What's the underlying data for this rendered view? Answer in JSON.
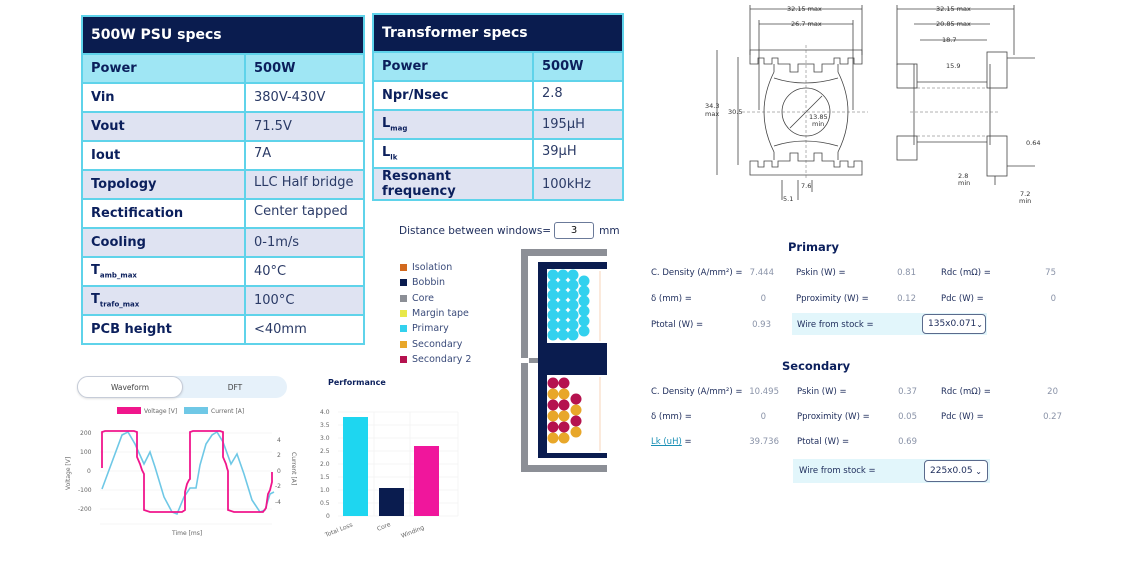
{
  "psu_specs": {
    "title": "500W PSU specs",
    "rows": [
      {
        "key": "Power",
        "value": "500W"
      },
      {
        "key": "Vin",
        "value": "380V-430V"
      },
      {
        "key": "Vout",
        "value": "71.5V"
      },
      {
        "key": "Iout",
        "value": "7A"
      },
      {
        "key": "Topology",
        "value": "LLC Half bridge"
      },
      {
        "key": "Rectification",
        "value": "Center tapped"
      },
      {
        "key": "Cooling",
        "value": "0-1m/s"
      },
      {
        "key": "T",
        "key_sub": "amb_max",
        "value": "40°C"
      },
      {
        "key": "T",
        "key_sub": "trafo_max",
        "value": "100°C"
      },
      {
        "key": "PCB height",
        "value": "<40mm"
      }
    ]
  },
  "transformer_specs": {
    "title": "Transformer specs",
    "rows": [
      {
        "key": "Power",
        "value": "500W"
      },
      {
        "key": "Npr/Nsec",
        "value": "2.8"
      },
      {
        "key": "L",
        "key_sub": "mag",
        "value": "195µH"
      },
      {
        "key": "L",
        "key_sub": "lk",
        "value": "39µH"
      },
      {
        "key": "Resonant frequency",
        "value": "100kHz"
      }
    ]
  },
  "drawings": {
    "front": {
      "dims": [
        "32.15 max",
        "26.7 max",
        "34.3",
        "max",
        "30.5",
        "13.85",
        "min",
        "7.6",
        "5.1"
      ]
    },
    "side": {
      "dims": [
        "32.15 max",
        "20.85 max",
        "18.7",
        "15.9",
        "0.64",
        "2.8",
        "min",
        "7.2",
        "min"
      ]
    }
  },
  "window": {
    "distance_label": "Distance between windows=",
    "distance_value": "3",
    "distance_unit": "mm",
    "legend": [
      {
        "label": "Isolation",
        "color": "#d2691e"
      },
      {
        "label": "Bobbin",
        "color": "#0a1c4f"
      },
      {
        "label": "Core",
        "color": "#8c8f96"
      },
      {
        "label": "Margin tape",
        "color": "#e8e84a"
      },
      {
        "label": "Primary",
        "color": "#33d1ee"
      },
      {
        "label": "Secondary",
        "color": "#e8a72a"
      },
      {
        "label": "Secondary 2",
        "color": "#b5124f"
      }
    ]
  },
  "primary": {
    "title": "Primary",
    "c_density_label": "C. Density (A/mm²) =",
    "c_density": "7.444",
    "delta_label": "δ (mm) =",
    "delta": "0",
    "ptotal_label": "Ptotal (W) =",
    "ptotal": "0.93",
    "pskin_label": "Pskin (W) =",
    "pskin": "0.81",
    "pprox_label": "Pproximity (W) =",
    "pprox": "0.12",
    "rdc_label": "Rdc (mΩ) =",
    "rdc": "75",
    "pdc_label": "Pdc (W) =",
    "pdc": "0",
    "wire_label": "Wire from stock =",
    "wire_value": "135x0.071"
  },
  "secondary": {
    "title": "Secondary",
    "c_density_label": "C. Density (A/mm²) =",
    "c_density": "10.495",
    "delta_label": "δ (mm) =",
    "delta": "0",
    "lk_label": "Lk (uH)",
    "lk_eq": " =",
    "lk": "39.736",
    "pskin_label": "Pskin (W) =",
    "pskin": "0.37",
    "pprox_label": "Pproximity (W) =",
    "pprox": "0.05",
    "ptotal_label": "Ptotal (W) =",
    "ptotal": "0.69",
    "rdc_label": "Rdc (mΩ) =",
    "rdc": "20",
    "pdc_label": "Pdc (W) =",
    "pdc": "0.27",
    "wire_label": "Wire from stock =",
    "wire_value": "225x0.05"
  },
  "waveform": {
    "tabs": [
      "Waveform",
      "DFT"
    ],
    "active_tab": "Waveform",
    "legend": [
      {
        "label": "Voltage [V]",
        "color": "#f0168c"
      },
      {
        "label": "Current [A]",
        "color": "#6fc8e6"
      }
    ],
    "xlabel": "Time [ms]",
    "ylabel_left": "Voltage [V]",
    "ylabel_right": "Current [A]",
    "yticks_left": [
      "200",
      "100",
      "0",
      "-100",
      "-200"
    ],
    "yticks_right": [
      "4",
      "2",
      "0",
      "-2",
      "-4"
    ]
  },
  "performance": {
    "title": "Performance",
    "yticks": [
      "4.0",
      "3.5",
      "3.0",
      "2.5",
      "2.0",
      "1.5",
      "1.0",
      "0.5",
      "0"
    ],
    "categories": [
      "Total Loss",
      "Core",
      "Winding"
    ]
  },
  "chart_data": [
    {
      "type": "line",
      "title": "Waveform",
      "xlabel": "Time [ms]",
      "ylabel": "Voltage [V]",
      "y2label": "Current [A]",
      "ylim": [
        -250,
        250
      ],
      "y2lim": [
        -6,
        6
      ],
      "series": [
        {
          "name": "Voltage [V]",
          "axis": "left",
          "shape": "square wave ±210 V, two periods"
        },
        {
          "name": "Current [A]",
          "axis": "right",
          "shape": "quasi-sinusoidal ±5 A, two periods"
        }
      ],
      "legend_position": "top"
    },
    {
      "type": "bar",
      "title": "Performance",
      "categories": [
        "Total Loss",
        "Core",
        "Winding"
      ],
      "values": [
        3.8,
        1.1,
        2.7
      ],
      "colors": [
        "#1ed6f0",
        "#0a1c4f",
        "#f0169c"
      ],
      "ylim": [
        0,
        4.0
      ],
      "grid": true
    }
  ]
}
